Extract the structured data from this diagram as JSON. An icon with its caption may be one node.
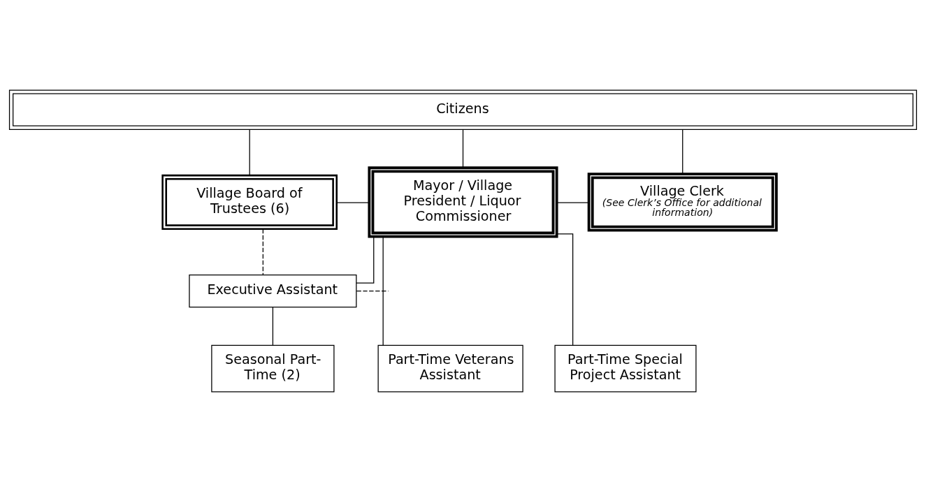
{
  "diagram": {
    "nodes": [
      {
        "text": [
          "Citizens"
        ]
      },
      {
        "text": [
          "Village Board of Trustees (6)"
        ]
      },
      {
        "text": [
          "Mayor / Village President / Liquor Commissioner"
        ]
      },
      {
        "text": [
          "Village Clerk",
          "(See Clerk’s Office for additional information)"
        ]
      },
      {
        "text": [
          "Executive Assistant"
        ]
      },
      {
        "text": [
          "Seasonal Part-Time (2)"
        ]
      },
      {
        "text": [
          "Part-Time Veterans Assistant"
        ]
      },
      {
        "text": [
          "Part-Time Special Project Assistant"
        ]
      }
    ],
    "edges": [
      {
        "from": 0,
        "to": 1,
        "arrow": "none"
      },
      {
        "from": 0,
        "to": 2,
        "arrow": "none"
      },
      {
        "from": 0,
        "to": 3,
        "arrow": "none"
      },
      {
        "from": 1,
        "to": 2,
        "arrow": "none"
      },
      {
        "from": 2,
        "to": 3,
        "arrow": "none"
      },
      {
        "from": 2,
        "to": 4,
        "arrow": "none"
      },
      {
        "from": 1,
        "to": 4,
        "arrow": "none",
        "style": "dashed"
      },
      {
        "from": 4,
        "to": null,
        "arrow": "none",
        "style": "dashed"
      },
      {
        "from": 2,
        "to": 6,
        "arrow": "none"
      },
      {
        "from": 2,
        "to": 7,
        "arrow": "none"
      },
      {
        "from": 4,
        "to": 5,
        "arrow": "none"
      }
    ]
  }
}
